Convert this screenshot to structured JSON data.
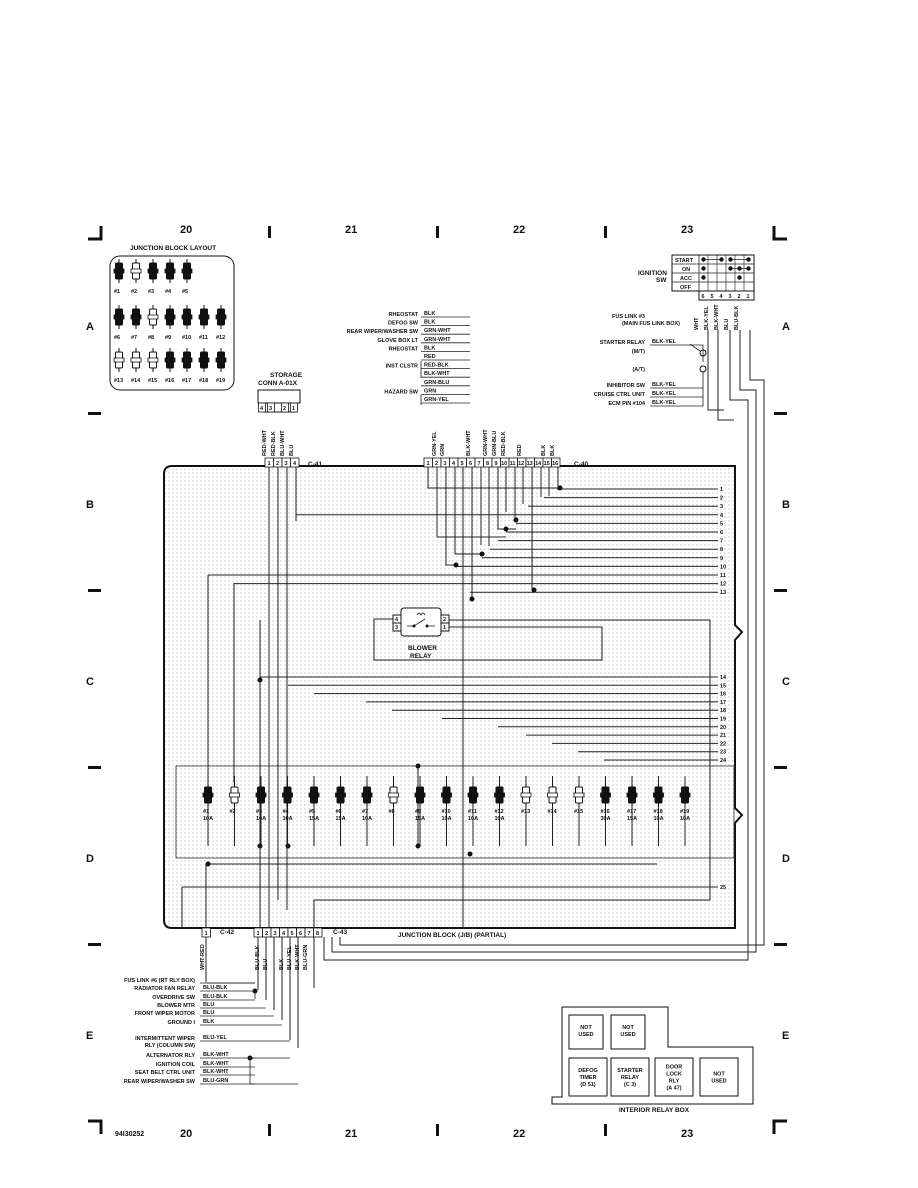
{
  "grid": {
    "columns": [
      "20",
      "21",
      "22",
      "23"
    ],
    "rows": [
      "A",
      "B",
      "C",
      "D",
      "E"
    ]
  },
  "doc_id": "94I30252",
  "jb_layout": {
    "title": "JUNCTION BLOCK LAYOUT",
    "fuses": [
      "#1",
      "#2",
      "#3",
      "#4",
      "#5",
      "#6",
      "#7",
      "#8",
      "#9",
      "#10",
      "#11",
      "#12",
      "#13",
      "#14",
      "#15",
      "#16",
      "#17",
      "#18",
      "#19"
    ]
  },
  "ignition": {
    "label_1": "IGNITION",
    "label_2": "SW",
    "positions": [
      "START",
      "ON",
      "ACC",
      "OFF"
    ],
    "pins": [
      "6",
      "5",
      "4",
      "3",
      "2",
      "1"
    ],
    "wires": [
      "WHT",
      "BLK-YEL",
      "BLK-WHT",
      "BLU",
      "BLU-BLK"
    ]
  },
  "storage": {
    "label_1": "STORAGE",
    "label_2": "CONN A-01X",
    "pins": [
      "4",
      "3",
      "2",
      "1"
    ],
    "wires": [
      "RED-WHT",
      "RED-BLK",
      "BLU-WHT",
      "BLU"
    ]
  },
  "connectors": {
    "c41": "C-41",
    "c40": "C-40",
    "c42": "C-42",
    "c43": "C-43",
    "c41_pins": [
      "1",
      "2",
      "3",
      "4"
    ],
    "c40_pins": [
      "1",
      "2",
      "3",
      "4",
      "5",
      "6",
      "7",
      "8",
      "9",
      "10",
      "11",
      "12",
      "13",
      "14",
      "15",
      "16"
    ],
    "c42_pins": [
      "1"
    ],
    "c43_pins": [
      "1",
      "2",
      "3",
      "4",
      "5",
      "6",
      "7",
      "8"
    ]
  },
  "c40_wires": [
    "GRN-YEL",
    "GRN",
    "BLK-WHT",
    "GRN-WHT",
    "GRN-BLU",
    "RED-BLK",
    "RED",
    "BLK",
    "BLK"
  ],
  "top_left_list": [
    {
      "label": "RHEOSTAT",
      "wire": "BLK"
    },
    {
      "label": "DEFOG SW",
      "wire": "BLK"
    },
    {
      "label": "REAR WIPER/WASHER SW",
      "wire": "GRN-WHT"
    },
    {
      "label": "GLOVE BOX LT",
      "wire": "GRN-WHT"
    },
    {
      "label": "RHEOSTAT",
      "wire": "BLK"
    },
    {
      "label": "",
      "wire": "RED"
    },
    {
      "label": "INST CLSTR",
      "wire": "RED-BLK"
    },
    {
      "label": "",
      "wire": "BLK-WHT"
    },
    {
      "label": "",
      "wire": "GRN-BLU"
    },
    {
      "label": "HAZARD SW",
      "wire": "GRN"
    },
    {
      "label": "",
      "wire": "GRN-YEL"
    }
  ],
  "right_list": [
    {
      "label": "FUS LINK #3",
      "label2": "(MAIN FUS LINK BOX)",
      "wire": ""
    },
    {
      "label": "STARTER RELAY",
      "label2": "",
      "wire": "BLK-YEL"
    },
    {
      "label": "(M/T)",
      "label2": "",
      "wire": ""
    },
    {
      "label": "(A/T)",
      "label2": "",
      "wire": ""
    },
    {
      "label": "INHIBITOR SW",
      "label2": "",
      "wire": "BLK-YEL"
    },
    {
      "label": "CRUISE CTRL UNIT",
      "label2": "",
      "wire": "BLK-YEL"
    },
    {
      "label": "ECM PIN #104",
      "label2": "",
      "wire": "BLK-YEL"
    }
  ],
  "bus_numbers": [
    "1",
    "2",
    "3",
    "4",
    "5",
    "6",
    "7",
    "8",
    "9",
    "10",
    "11",
    "12",
    "13",
    "14",
    "15",
    "16",
    "17",
    "18",
    "19",
    "20",
    "21",
    "22",
    "23",
    "24",
    "25"
  ],
  "blower_relay": {
    "label_1": "BLOWER",
    "label_2": "RELAY",
    "pins": [
      "4",
      "3",
      "2",
      "1"
    ]
  },
  "fuse_row": [
    {
      "id": "#1",
      "amp": "10A"
    },
    {
      "id": "#2",
      "amp": ""
    },
    {
      "id": "#3",
      "amp": "10A"
    },
    {
      "id": "#4",
      "amp": "10A"
    },
    {
      "id": "#5",
      "amp": "15A"
    },
    {
      "id": "#6",
      "amp": "15A"
    },
    {
      "id": "#7",
      "amp": "10A"
    },
    {
      "id": "#8",
      "amp": ""
    },
    {
      "id": "#9",
      "amp": "15A"
    },
    {
      "id": "#10",
      "amp": "10A"
    },
    {
      "id": "#11",
      "amp": "10A"
    },
    {
      "id": "#12",
      "amp": "10A"
    },
    {
      "id": "#13",
      "amp": ""
    },
    {
      "id": "#14",
      "amp": ""
    },
    {
      "id": "#15",
      "amp": ""
    },
    {
      "id": "#16",
      "amp": "30A"
    },
    {
      "id": "#17",
      "amp": "15A"
    },
    {
      "id": "#18",
      "amp": "10A"
    },
    {
      "id": "#19",
      "amp": "10A"
    }
  ],
  "jb_label": "JUNCTION BLOCK (J/B) (PARTIAL)",
  "bottom_wires": [
    "WHT-RED",
    "BLU-BLK",
    "BLU",
    "BLK",
    "BLU-YEL",
    "BLK-WHT",
    "BLU-GRN"
  ],
  "bottom_list": [
    {
      "label": "FUS LINK #6 (RT RLY BOX)",
      "label2": "",
      "wire": ""
    },
    {
      "label": "RADIATOR FAN RELAY",
      "label2": "",
      "wire": "BLU-BLK"
    },
    {
      "label": "OVERDRIVE SW",
      "label2": "",
      "wire": "BLU-BLK"
    },
    {
      "label": "BLOWER MTR",
      "label2": "",
      "wire": "BLU"
    },
    {
      "label": "FRONT WIPER MOTOR",
      "label2": "",
      "wire": "BLU"
    },
    {
      "label": "GROUND I",
      "label2": "",
      "wire": "BLK"
    },
    {
      "label": "INTERMITTENT WIPER",
      "label2": "RLY (COLUMN SW)",
      "wire": "BLU-YEL"
    },
    {
      "label": "ALTERNATOR RLY",
      "label2": "",
      "wire": "BLK-WHT"
    },
    {
      "label": "IGNITION COIL",
      "label2": "",
      "wire": "BLK-WHT"
    },
    {
      "label": "SEAT BELT CTRL UNIT",
      "label2": "",
      "wire": "BLK-WHT"
    },
    {
      "label": "REAR WIPER/WASHER SW",
      "label2": "",
      "wire": "BLU-GRN"
    }
  ],
  "relay_box": {
    "title": "INTERIOR RELAY BOX",
    "top": [
      [
        "NOT",
        "USED"
      ],
      [
        "NOT",
        "USED"
      ]
    ],
    "bottom": [
      [
        "DEFOG",
        "TIMER",
        "(D 51)"
      ],
      [
        "STARTER",
        "RELAY",
        "(C 3)"
      ],
      [
        "DOOR",
        "LOCK",
        "RLY",
        "(A 47)"
      ],
      [
        "NOT",
        "USED"
      ]
    ]
  }
}
